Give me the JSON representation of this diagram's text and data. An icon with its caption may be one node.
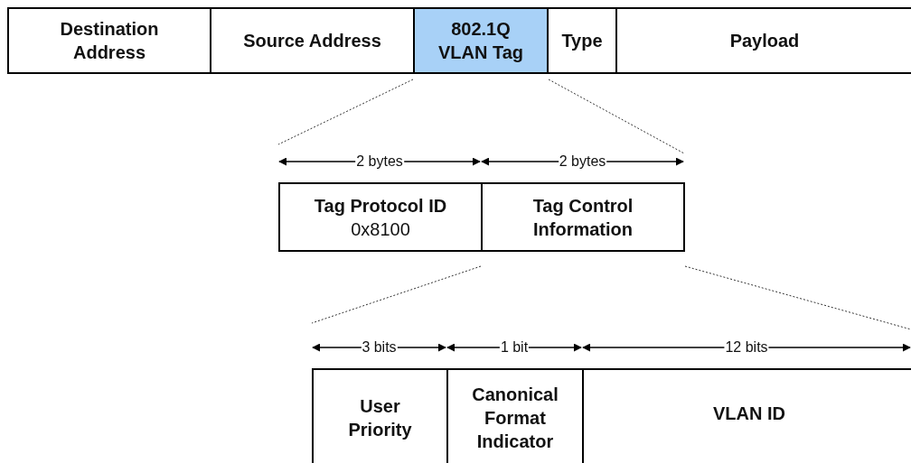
{
  "diagram": {
    "nodes": [
      {
        "text": [
          "Destination Address"
        ]
      },
      {
        "text": [
          "Source Address"
        ]
      },
      {
        "text": [
          "802.1Q VLAN Tag"
        ]
      },
      {
        "text": [
          "Type"
        ]
      },
      {
        "text": [
          "Payload"
        ]
      },
      {
        "text": [
          "Tag Protocol ID",
          "0x8100"
        ]
      },
      {
        "text": [
          "Tag Control Information"
        ]
      },
      {
        "text": [
          "User Priority"
        ]
      },
      {
        "text": [
          "Canonical Format Indicator"
        ]
      },
      {
        "text": [
          "VLAN ID"
        ]
      }
    ],
    "edges": [
      {
        "from": 2,
        "to": null,
        "arrow": "none",
        "style": "dashed"
      },
      {
        "from": 2,
        "to": null,
        "arrow": "none",
        "style": "dashed"
      },
      {
        "from": 6,
        "to": null,
        "arrow": "none",
        "style": "dashed"
      },
      {
        "from": 6,
        "to": null,
        "arrow": "none",
        "style": "dashed"
      }
    ],
    "labels": [
      "2 bytes",
      "2 bytes",
      "3 bits",
      "1 bit",
      "12 bits"
    ]
  }
}
